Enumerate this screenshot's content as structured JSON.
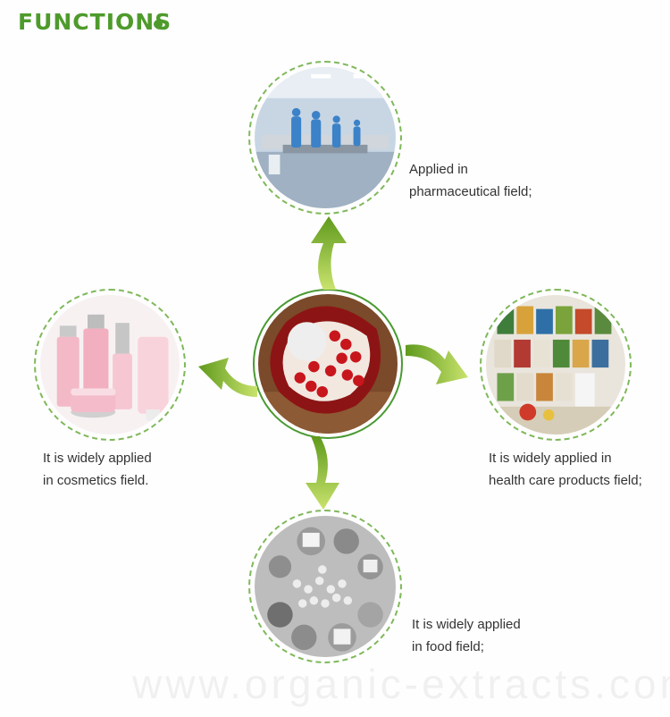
{
  "header": {
    "title": "FUNCTIONS"
  },
  "colors": {
    "accent": "#4e9b2c",
    "arrow_dark": "#5f9a1d",
    "arrow_light": "#c9e36d",
    "ring": "#7fb85a"
  },
  "center": {
    "image": "pomegranate-photo"
  },
  "nodes": {
    "pharma": {
      "image": "pharmaceutical-factory-photo",
      "line1": "Applied in",
      "line2": "pharmaceutical field;"
    },
    "cosmetics": {
      "image": "cosmetics-bottles-photo",
      "line1": "It is widely applied",
      "line2": "in cosmetics field."
    },
    "health": {
      "image": "health-supplements-photo",
      "line1": "It is widely applied in",
      "line2": "health care products field;"
    },
    "food": {
      "image": "food-bowls-photo",
      "line1": "It is widely applied",
      "line2": "in food field;"
    }
  },
  "watermark": "www.organic-extracts.com"
}
